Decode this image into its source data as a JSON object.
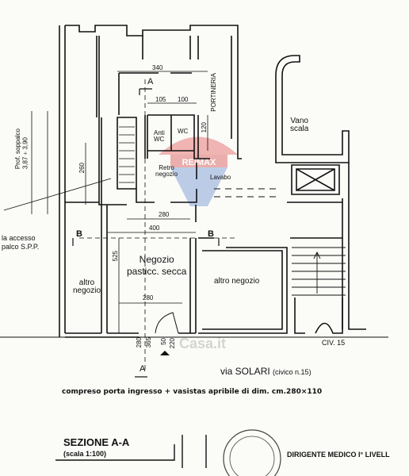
{
  "rooms": {
    "vano_scala": [
      "Vano",
      "scala"
    ],
    "portineria": "PORTINERIA",
    "anti_wc": [
      "Anti",
      "WC"
    ],
    "wc": "WC",
    "retro_negozio": [
      "Retro",
      "negozio"
    ],
    "lavabo": "Lavabo",
    "negozio": [
      "Negozio",
      "pasticc. secca"
    ],
    "altro_negozio_left": [
      "altro",
      "negozio"
    ],
    "altro_negozio_right": "altro negozio"
  },
  "dimensions": {
    "d340": "340",
    "d105": "105",
    "d100": "100",
    "d120": "120",
    "d260": "260",
    "d280_top": "280",
    "d400": "400",
    "d525": "525",
    "d280_bottom": "280",
    "d280_door": "280",
    "d365": "365",
    "d50": "50",
    "d220": "220"
  },
  "section_marks": {
    "a_top": "A",
    "a_bottom": "A",
    "b_left": "B",
    "b_right": "B"
  },
  "annotations": {
    "prof_soppalco": [
      "Prof. soppalco",
      "3,87÷3,90"
    ],
    "scala_accesso": [
      "la accesso",
      "palco S.P.P."
    ],
    "street": "via SOLARI",
    "civico": "(civico n.15)",
    "civ15": "CIV. 15",
    "note": "compreso porta ingresso + vasistas apribile di dim. cm.280×110",
    "section_title": "SEZIONE A-A",
    "scale": "(scala 1:100)",
    "signature_title": "DIRIGENTE MEDICO I° LIVELL"
  },
  "watermark": {
    "brand": "RE/MAX",
    "text": "Casa.it"
  }
}
